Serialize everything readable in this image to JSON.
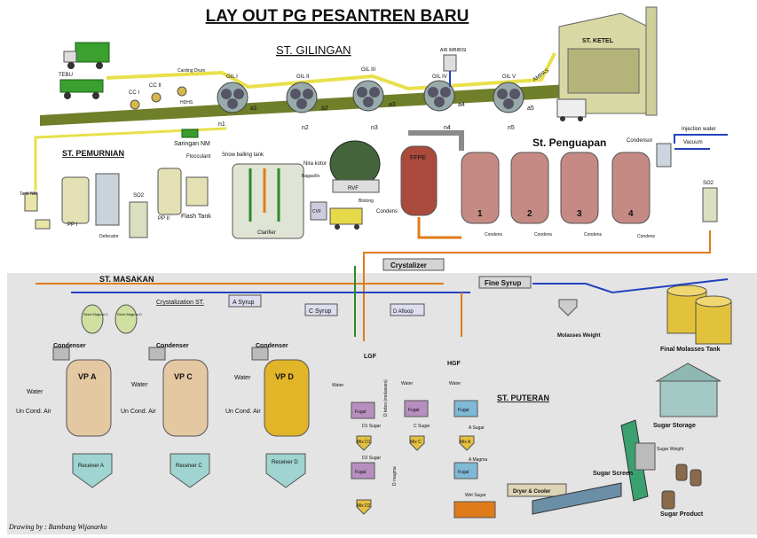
{
  "title": "LAY OUT PG PESANTREN BARU",
  "credit": "Drawing by : Bambang Wijanarko",
  "stations": {
    "gilingan": "ST. GILINGAN",
    "ketel": "ST. KETEL",
    "pemurnian": "ST. PEMURNIAN",
    "penguapan": "St. Penguapan",
    "masakan": "ST. MASAKAN",
    "puteran": "ST. PUTERAN"
  },
  "gilingan": {
    "tebu": "TEBU",
    "cc1": "CC I",
    "cc2": "CC II",
    "carding_drum": "Carding Drum",
    "hdhs": "HDHS",
    "mills": [
      "GIL I",
      "GIL II",
      "GIL III",
      "GIL IV",
      "GIL V"
    ],
    "air_imbibisi": "AIR IMBIBISI",
    "ampas": "AMPAS",
    "n_labels": [
      "n1",
      "n2",
      "n3",
      "n4",
      "n5"
    ],
    "a_labels": [
      "a1",
      "a2",
      "a3",
      "a4",
      "a5"
    ]
  },
  "pemurnian": {
    "saringan": "Saringan NM",
    "flocculant": "Flocculant",
    "snow_balling": "Snow balling tank",
    "tank_nm": "Tank NM",
    "pp1": "PP I",
    "pp2": "PP II",
    "flash_tank": "Flash Tank",
    "so2": "SO2",
    "defecator": "Defecator",
    "clarifier": "Clarifier",
    "nira_kotor": "Nira kotor",
    "bagacillo": "Bagacillo",
    "rvf": "RVF",
    "blotong": "Blotong",
    "cvf": "CVF"
  },
  "penguapan": {
    "ffpe": "FFPE",
    "condens": "Condens",
    "condensor": "Condensor",
    "injection_water": "Injection water",
    "vacuum": "Vacuum",
    "so2": "SO2",
    "bodies": [
      "1",
      "2",
      "3",
      "4"
    ],
    "bottom_condens": "Condens"
  },
  "masakan": {
    "crystalizer": "Crystalizer",
    "fine_syrup": "Fine Syrup",
    "crystalization_st": "Crystalization ST.",
    "a_syrup": "A Syrup",
    "c_syrup": "C Syrup",
    "d_afloop": "D Afloop",
    "seed_magma_c": "Seed Magma C",
    "seed_magma_d": "Seed Magma D",
    "condenser": "Condenser",
    "vp_a": "VP A",
    "vp_c": "VP C",
    "vp_d": "VP D",
    "water": "Water",
    "un_cond_air": "Un Cond. Air",
    "receiver_a": "Receiver A",
    "receiver_c": "Receiver C",
    "receiver_d": "Receiver D"
  },
  "puteran": {
    "lgf": "LGF",
    "hgf": "HGF",
    "water": "Water",
    "molasses_weight": "Molasses Weight",
    "final_molasses_tank": "Final Molasses Tank",
    "sugar_storage": "Sugar Storage",
    "sugar_screen": "Sugar Screen",
    "sugar_weight": "Sugar Weight",
    "sugar_product": "Sugar Product",
    "dryer_cooler": "Dryer & Cooler",
    "wet_sugar": "Wet Sugar",
    "a_magma": "A Magma",
    "a_sugar": "A Sugar",
    "c_sugar": "C Sugar",
    "d1_sugar": "D1 Sugar",
    "d2_sugar": "D2 Sugar",
    "mix_c": "Mix C",
    "mix_d1": "Mix D1",
    "mix_d2": "Mix D2",
    "mix_a": "Mix A",
    "fugal": "Fugal",
    "d_tetes": "D tetes (molasses)",
    "d_mag": "D magma"
  }
}
